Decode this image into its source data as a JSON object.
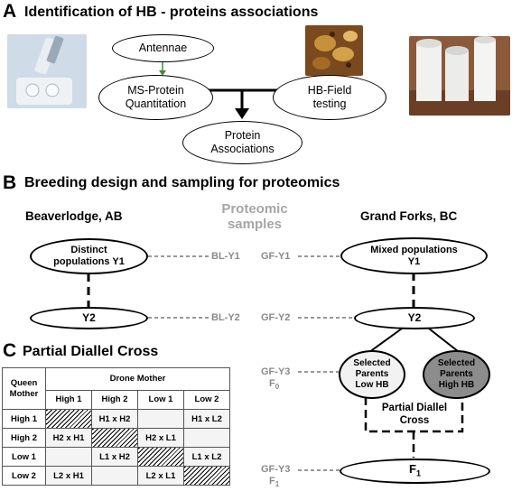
{
  "panel_a": {
    "letter": "A",
    "title": "Identification of HB - proteins associations",
    "nodes": {
      "antennae": "Antennae",
      "ms_protein": "MS-Protein\nQuantitation",
      "hb_field": "HB-Field\ntesting",
      "protein_assoc": "Protein\nAssociations"
    }
  },
  "panel_b": {
    "letter": "B",
    "title": "Breeding design and sampling for proteomics",
    "left_site": "Beaverlodge, AB",
    "right_site": "Grand Forks, BC",
    "center_label": "Proteomic\nsamples",
    "nodes": {
      "distinct_pop": "Distinct\npopulations Y1",
      "left_y2": "Y2",
      "mixed_pop": "Mixed populations\nY1",
      "right_y2": "Y2",
      "selected_low": "Selected\nParents\nLow HB",
      "selected_high": "Selected\nParents\nHigh HB",
      "partial_diallel": "Partial Diallel\nCross",
      "f1": "F",
      "f1_sub": "1"
    },
    "sample_labels": {
      "bl_y1": "BL-Y1",
      "bl_y2": "BL-Y2",
      "gf_y1": "GF-Y1",
      "gf_y2": "GF-Y2",
      "gf_y3_f0": "GF-Y3",
      "f0": "F",
      "f0_sub": "0",
      "gf_y3_f1": "GF-Y3",
      "f1": "F",
      "f1_sub": "1"
    }
  },
  "panel_c": {
    "letter": "C",
    "title": "Partial Diallel Cross",
    "table": {
      "corner": "Queen\nMother",
      "group_header": "Drone Mother",
      "columns": [
        "High 1",
        "High 2",
        "Low 1",
        "Low 2"
      ],
      "rows": [
        {
          "label": "High 1",
          "cells": [
            "",
            "H1 x H2",
            "",
            "H1 x L2"
          ]
        },
        {
          "label": "High 2",
          "cells": [
            "H2 x H1",
            "",
            "H2 x L1",
            ""
          ]
        },
        {
          "label": "Low 1",
          "cells": [
            "",
            "L1 x H2",
            "",
            "L1 x L2"
          ]
        },
        {
          "label": "Low 2",
          "cells": [
            "L2 x H1",
            "",
            "L2 x L1",
            ""
          ]
        }
      ]
    }
  },
  "colors": {
    "sample_label_gray": "#8a8a8a",
    "high_hb_fill": "#8c8c8c",
    "low_hb_fill": "#f2f2f2",
    "arrow_green": "#3a8a3a"
  }
}
